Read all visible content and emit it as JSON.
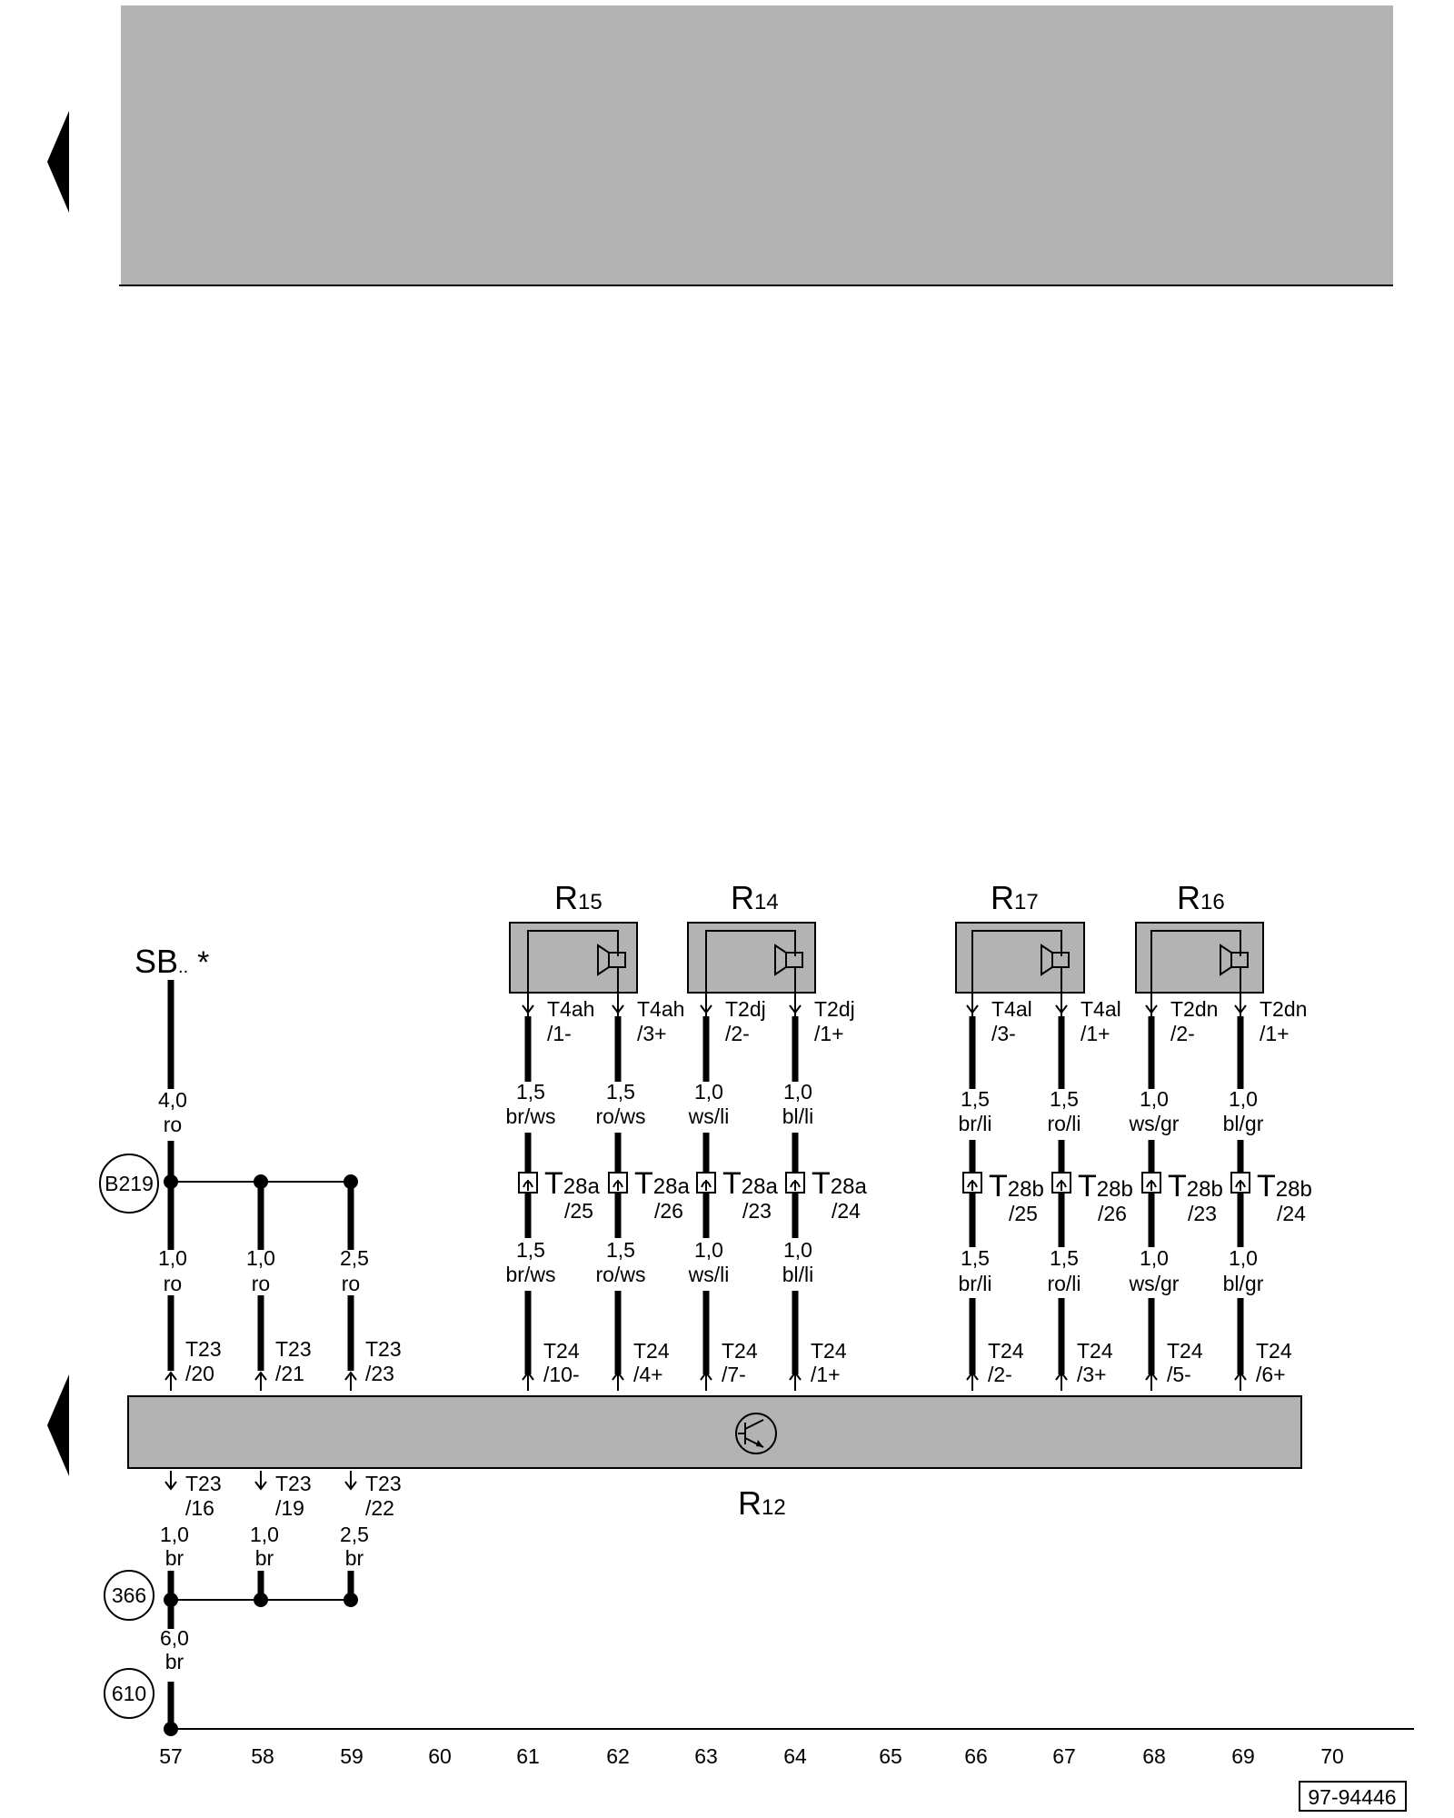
{
  "header": {
    "fill": "#b3b3b3"
  },
  "fuse": {
    "label": "SB",
    "suffix": "..",
    "star": "*"
  },
  "speakers": [
    {
      "name": "R",
      "sub": "15"
    },
    {
      "name": "R",
      "sub": "14"
    },
    {
      "name": "R",
      "sub": "17"
    },
    {
      "name": "R",
      "sub": "16"
    }
  ],
  "speaker_pins": [
    [
      "T4ah",
      "/1-"
    ],
    [
      "T4ah",
      "/3+"
    ],
    [
      "T2dj",
      "/2-"
    ],
    [
      "T2dj",
      "/1+"
    ],
    [
      "T4al",
      "/3-"
    ],
    [
      "T4al",
      "/1+"
    ],
    [
      "T2dn",
      "/2-"
    ],
    [
      "T2dn",
      "/1+"
    ]
  ],
  "upper_wires": [
    [
      "1,5",
      "br/ws"
    ],
    [
      "1,5",
      "ro/ws"
    ],
    [
      "1,0",
      "ws/li"
    ],
    [
      "1,0",
      "bl/li"
    ],
    [
      "1,5",
      "br/li"
    ],
    [
      "1,5",
      "ro/li"
    ],
    [
      "1,0",
      "ws/gr"
    ],
    [
      "1,0",
      "bl/gr"
    ]
  ],
  "mid_connectors": [
    [
      "T",
      "28a",
      "/25"
    ],
    [
      "T",
      "28a",
      "/26"
    ],
    [
      "T",
      "28a",
      "/23"
    ],
    [
      "T",
      "28a",
      "/24"
    ],
    [
      "T",
      "28b",
      "/25"
    ],
    [
      "T",
      "28b",
      "/26"
    ],
    [
      "T",
      "28b",
      "/23"
    ],
    [
      "T",
      "28b",
      "/24"
    ]
  ],
  "lower_wires": [
    [
      "1,5",
      "br/ws"
    ],
    [
      "1,5",
      "ro/ws"
    ],
    [
      "1,0",
      "ws/li"
    ],
    [
      "1,0",
      "bl/li"
    ],
    [
      "1,5",
      "br/li"
    ],
    [
      "1,5",
      "ro/li"
    ],
    [
      "1,0",
      "ws/gr"
    ],
    [
      "1,0",
      "bl/gr"
    ]
  ],
  "amp_pins": [
    [
      "T24",
      "/10-"
    ],
    [
      "T24",
      "/4+"
    ],
    [
      "T24",
      "/7-"
    ],
    [
      "T24",
      "/1+"
    ],
    [
      "T24",
      "/2-"
    ],
    [
      "T24",
      "/3+"
    ],
    [
      "T24",
      "/5-"
    ],
    [
      "T24",
      "/6+"
    ]
  ],
  "power": {
    "main_wire": [
      "4,0",
      "ro"
    ],
    "splice": "B219",
    "branches": [
      [
        "1,0",
        "ro"
      ],
      [
        "1,0",
        "ro"
      ],
      [
        "2,5",
        "ro"
      ]
    ],
    "pins": [
      [
        "T23",
        "/20"
      ],
      [
        "T23",
        "/21"
      ],
      [
        "T23",
        "/23"
      ]
    ]
  },
  "amplifier": {
    "name": "R",
    "sub": "12",
    "fill": "#b3b3b3"
  },
  "ground": {
    "pins": [
      [
        "T23",
        "/16"
      ],
      [
        "T23",
        "/19"
      ],
      [
        "T23",
        "/22"
      ]
    ],
    "branches": [
      [
        "1,0",
        "br"
      ],
      [
        "1,0",
        "br"
      ],
      [
        "2,5",
        "br"
      ]
    ],
    "splice": "366",
    "main_wire": [
      "6,0",
      "br"
    ],
    "ground_point": "610"
  },
  "columns": [
    "57",
    "58",
    "59",
    "60",
    "61",
    "62",
    "63",
    "64",
    "65",
    "66",
    "67",
    "68",
    "69",
    "70"
  ],
  "doc_number": "97-94446"
}
